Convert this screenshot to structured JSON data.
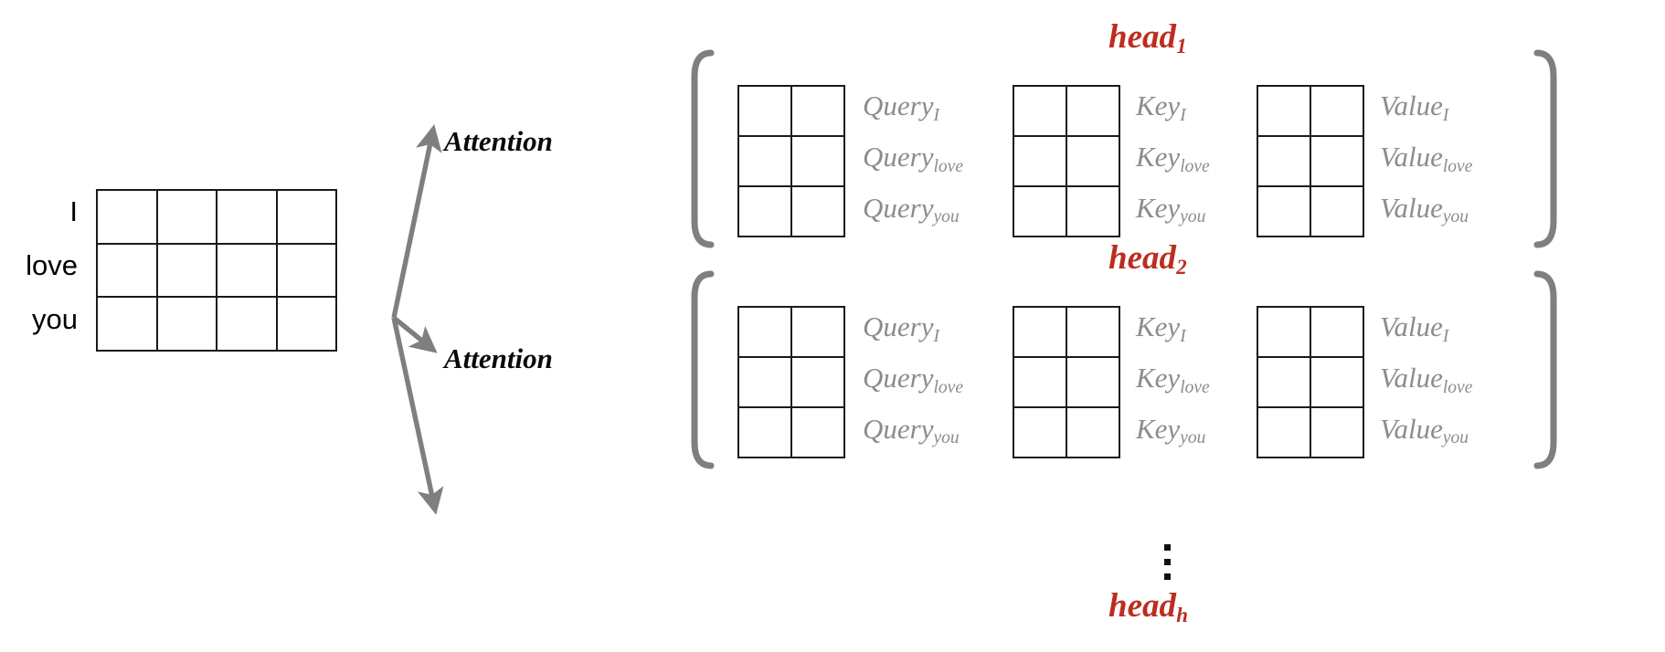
{
  "figure": {
    "title": "Multi-head attention: input sequence split into per-head Query/Key/Value matrices",
    "colors": {
      "head_label": "#bc2d20",
      "qkv_label": "#8c8c8c",
      "bracket": "#7f7f7f",
      "arrow": "#7f7f7f",
      "grid_line": "#1a1a1a",
      "token_text": "#000000",
      "attention_text": "#0a0a0a",
      "background": "#ffffff"
    }
  },
  "input": {
    "tokens": [
      "I",
      "love",
      "you"
    ],
    "grid": {
      "rows": 3,
      "cols": 4
    }
  },
  "arrows": [
    {
      "name": "arrow-to-attention-1",
      "label_ref": 0
    },
    {
      "name": "arrow-to-attention-2",
      "label_ref": 1
    },
    {
      "name": "arrow-to-more-heads",
      "label_ref": null
    }
  ],
  "attention_labels": [
    "Attention",
    "Attention"
  ],
  "heads": [
    {
      "name": "head-1",
      "title_base": "head",
      "title_sub": "1",
      "matrices": [
        {
          "kind": "query",
          "grid": {
            "rows": 3,
            "cols": 2
          },
          "labels": [
            {
              "base": "Query",
              "sub": "I"
            },
            {
              "base": "Query",
              "sub": "love"
            },
            {
              "base": "Query",
              "sub": "you"
            }
          ]
        },
        {
          "kind": "key",
          "grid": {
            "rows": 3,
            "cols": 2
          },
          "labels": [
            {
              "base": "Key",
              "sub": "I"
            },
            {
              "base": "Key",
              "sub": "love"
            },
            {
              "base": "Key",
              "sub": "you"
            }
          ]
        },
        {
          "kind": "value",
          "grid": {
            "rows": 3,
            "cols": 2
          },
          "labels": [
            {
              "base": "Value",
              "sub": "I"
            },
            {
              "base": "Value",
              "sub": "love"
            },
            {
              "base": "Value",
              "sub": "you"
            }
          ]
        }
      ]
    },
    {
      "name": "head-2",
      "title_base": "head",
      "title_sub": "2",
      "matrices": [
        {
          "kind": "query",
          "grid": {
            "rows": 3,
            "cols": 2
          },
          "labels": [
            {
              "base": "Query",
              "sub": "I"
            },
            {
              "base": "Query",
              "sub": "love"
            },
            {
              "base": "Query",
              "sub": "you"
            }
          ]
        },
        {
          "kind": "key",
          "grid": {
            "rows": 3,
            "cols": 2
          },
          "labels": [
            {
              "base": "Key",
              "sub": "I"
            },
            {
              "base": "Key",
              "sub": "love"
            },
            {
              "base": "Key",
              "sub": "you"
            }
          ]
        },
        {
          "kind": "value",
          "grid": {
            "rows": 3,
            "cols": 2
          },
          "labels": [
            {
              "base": "Value",
              "sub": "I"
            },
            {
              "base": "Value",
              "sub": "love"
            },
            {
              "base": "Value",
              "sub": "you"
            }
          ]
        }
      ]
    }
  ],
  "ellipsis": {
    "glyph": "vertical-dots",
    "dot_count": 3
  },
  "last_head": {
    "name": "head-h",
    "title_base": "head",
    "title_sub": "h"
  }
}
